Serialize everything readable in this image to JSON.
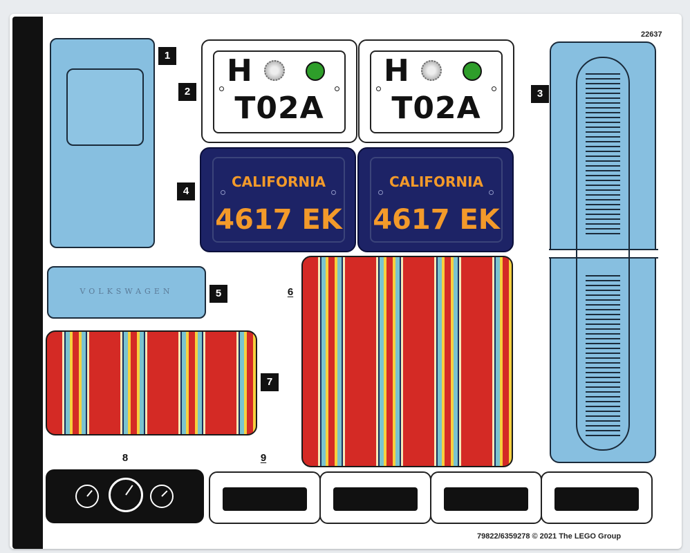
{
  "sheet_code": "22637",
  "copyright": "79822/6359278 © 2021 The LEGO Group",
  "labels": {
    "n1": "1",
    "n2": "2",
    "n3": "3",
    "n4": "4",
    "n5": "5",
    "n6": "6",
    "n7": "7",
    "n8": "8",
    "n9": "9"
  },
  "euro_plate": {
    "prefix": "H",
    "number": "T02A",
    "badge_color": "#2e9e2a"
  },
  "california_plate": {
    "state": "CALIFORNIA",
    "number": "4617 EK",
    "text_color": "#f39a2a",
    "plate_color": "#1d2366"
  },
  "brand_text": "VOLKSWAGEN",
  "colors": {
    "light_blue": "#87bfe0",
    "stripe_red": "#d42a25"
  }
}
